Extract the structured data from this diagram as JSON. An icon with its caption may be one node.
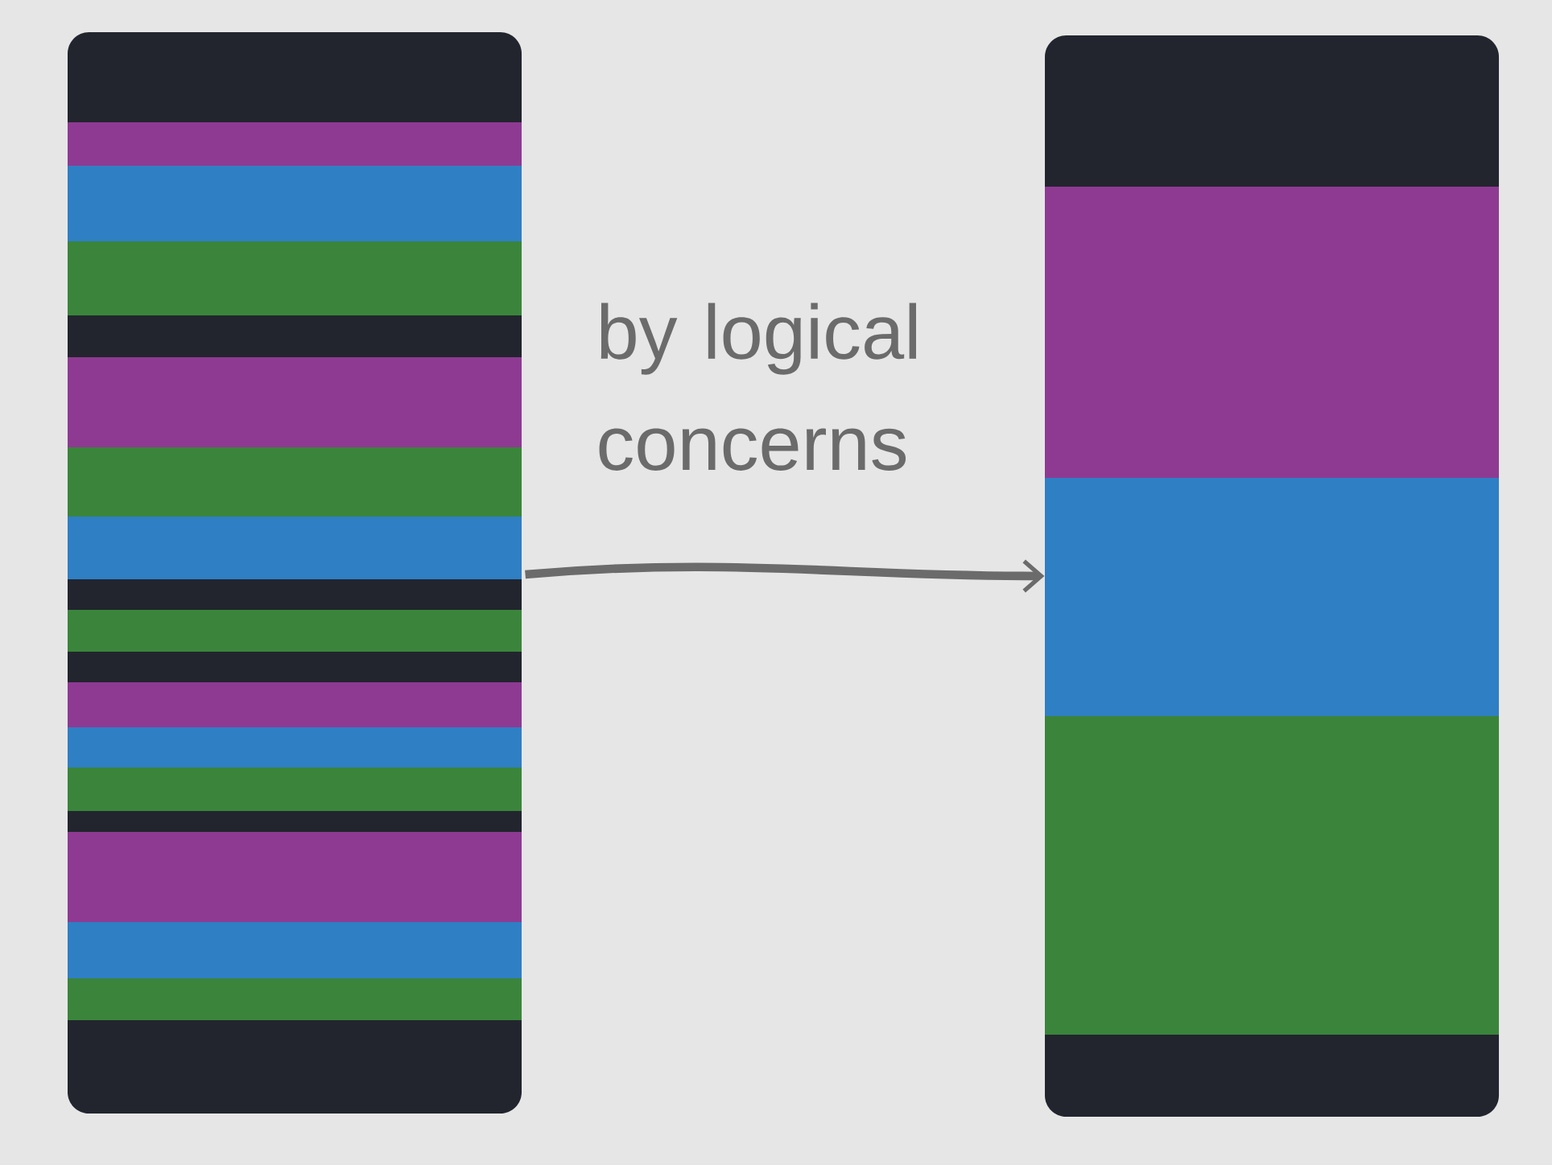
{
  "diagram": {
    "nodes": [
      {
        "text": [],
        "shape": "box"
      },
      {
        "text": [],
        "shape": "box"
      }
    ],
    "edges": [
      {
        "from": 0,
        "to": 1,
        "arrow": "to",
        "label": "by logical concerns"
      }
    ]
  }
}
